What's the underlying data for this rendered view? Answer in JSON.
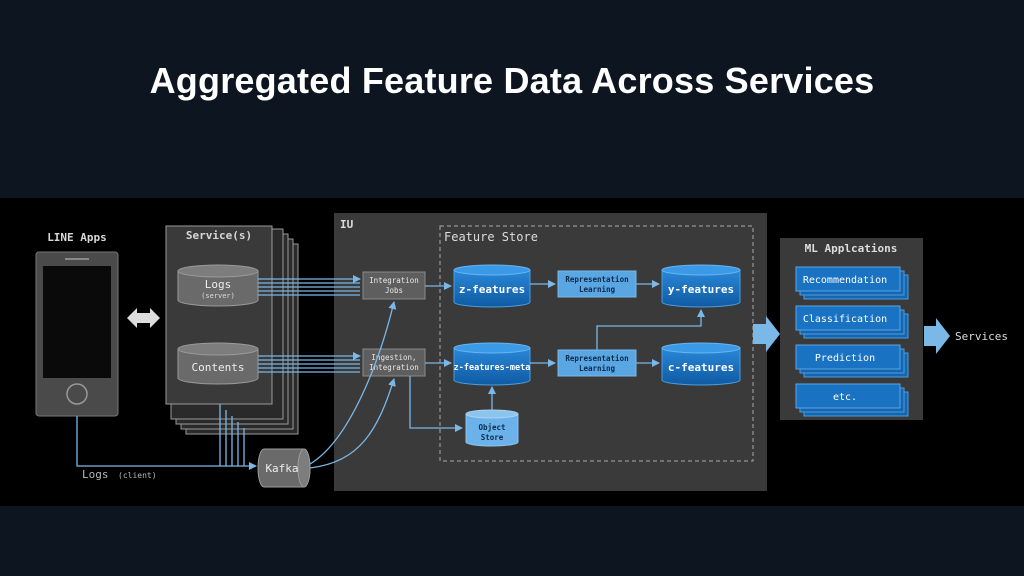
{
  "title": "Aggregated Feature Data Across Services",
  "labels": {
    "line_apps": "LINE Apps",
    "services": "Service(s)",
    "logs": "Logs",
    "server": "(server)",
    "contents": "Contents",
    "kafka": "Kafka",
    "logs_client": "Logs",
    "client": "(client)",
    "iu": "IU",
    "feature_store": "Feature Store",
    "integration_jobs": [
      "Integration",
      "Jobs"
    ],
    "ingestion_integration": [
      "Ingestion,",
      "Integration"
    ],
    "z_features": "z-features",
    "z_features_meta": "z-features-meta",
    "representation_learning": [
      "Representation",
      "Learning"
    ],
    "y_features": "y-features",
    "c_features": "c-features",
    "object_store": [
      "Object",
      "Store"
    ],
    "ml_applications": "ML Applcations",
    "ml_items": [
      "Recommendation",
      "Classification",
      "Prediction",
      "etc."
    ],
    "services_out": "Services"
  },
  "colors": {
    "background": "#0d1520",
    "band": "#000000",
    "panel": "#3a3a3a",
    "box_gray": "#5a5a5a",
    "blue_dark": "#1565b0",
    "blue_light": "#4a9fe0",
    "arrow": "#7ab8e8"
  }
}
